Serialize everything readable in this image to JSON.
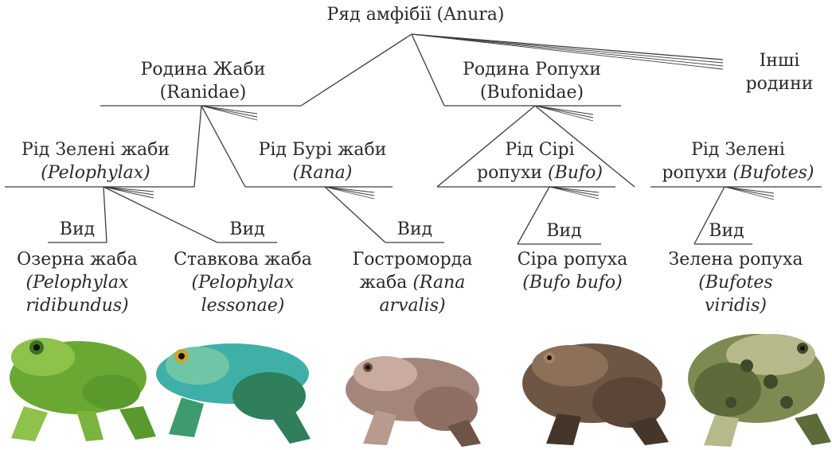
{
  "order": {
    "name": "Ряд амфібії (Anura)"
  },
  "others": {
    "line1": "Інші",
    "line2": "родини"
  },
  "families": [
    {
      "line1": "Родина Жаби",
      "line2": "(Ranidae)"
    },
    {
      "line1": "Родина Ропухи",
      "line2": "(Bufonidae)"
    }
  ],
  "genera": [
    {
      "line1": "Рід Зелені жаби",
      "line2_italic": "(Pelophylax)"
    },
    {
      "line1": "Рід Бурі жаби",
      "line2_italic": "(Rana)"
    },
    {
      "line1": "Рід Сірі",
      "line2_plain": "ропухи ",
      "line2_italic": "(Bufo)"
    },
    {
      "line1": "Рід Зелені",
      "line2_plain": "ропухи ",
      "line2_italic": "(Bufotes)"
    }
  ],
  "species_label": "Вид",
  "species": [
    {
      "line1": "Озерна жаба",
      "line2_italic": "(Pelophylax",
      "line3_italic": "ridibundus)",
      "image_icon": "marsh-frog-icon",
      "colors": [
        "#6aa834",
        "#8fc24a",
        "#3d6e22"
      ]
    },
    {
      "line1": "Ставкова жаба",
      "line2_italic": "(Pelophylax",
      "line3_italic": "lessonae)",
      "image_icon": "pool-frog-icon",
      "colors": [
        "#3fb0a8",
        "#6fc6a6",
        "#2f7f5a"
      ]
    },
    {
      "line1": "Гостроморда",
      "line2_plain": "жаба ",
      "line2_italic": "(Rana",
      "line3_italic": "arvalis)",
      "image_icon": "moor-frog-icon",
      "colors": [
        "#a4857c",
        "#c9aba0",
        "#6f5248"
      ]
    },
    {
      "line1": "Сіра ропуха",
      "line2_italic": "(Bufo bufo)",
      "image_icon": "common-toad-icon",
      "colors": [
        "#6e5644",
        "#8c7058",
        "#46362a"
      ]
    },
    {
      "line1": "Зелена ропуха",
      "line2_italic": "(Bufotes",
      "line3_italic": "viridis)",
      "image_icon": "green-toad-icon",
      "colors": [
        "#7d8b52",
        "#b6b98a",
        "#3e4a2a"
      ]
    }
  ]
}
